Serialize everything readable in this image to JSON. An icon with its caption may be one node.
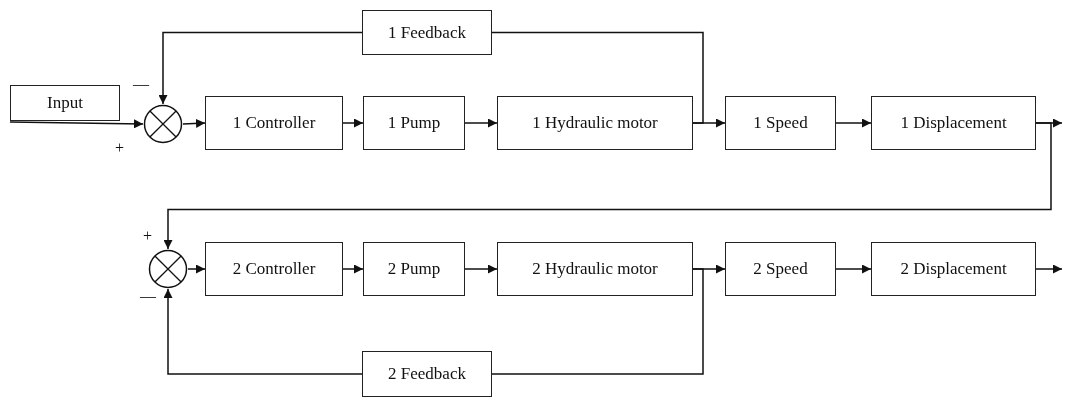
{
  "diagram": {
    "nodes": [
      {
        "text": [
          "Input"
        ]
      },
      {
        "text": [],
        "shape": "circle"
      },
      {
        "text": [
          "1 Controller"
        ]
      },
      {
        "text": [
          "1 Pump"
        ]
      },
      {
        "text": [
          "1 Hydraulic motor"
        ]
      },
      {
        "text": [
          "1 Speed"
        ]
      },
      {
        "text": [
          "1 Displacement"
        ]
      },
      {
        "text": [
          "1 Feedback"
        ]
      },
      {
        "text": [],
        "shape": "circle"
      },
      {
        "text": [
          "2 Controller"
        ]
      },
      {
        "text": [
          "2 Pump"
        ]
      },
      {
        "text": [
          "2 Hydraulic motor"
        ]
      },
      {
        "text": [
          "2 Speed"
        ]
      },
      {
        "text": [
          "2 Displacement"
        ]
      },
      {
        "text": [
          "2 Feedback"
        ]
      }
    ],
    "edges": [
      {
        "from": 0,
        "to": 1,
        "arrow": "to"
      },
      {
        "from": 1,
        "to": 2,
        "arrow": "to"
      },
      {
        "from": 2,
        "to": 3,
        "arrow": "to"
      },
      {
        "from": 3,
        "to": 4,
        "arrow": "to"
      },
      {
        "from": 4,
        "to": 5,
        "arrow": "to"
      },
      {
        "from": 5,
        "to": 6,
        "arrow": "to"
      },
      {
        "from": 4,
        "to": 7,
        "arrow": "none"
      },
      {
        "from": 7,
        "to": 1,
        "arrow": "to"
      },
      {
        "from": 6,
        "to": 8,
        "arrow": "to"
      },
      {
        "from": 6,
        "to": null,
        "arrow": "to"
      },
      {
        "from": 8,
        "to": 9,
        "arrow": "to"
      },
      {
        "from": 9,
        "to": 10,
        "arrow": "to"
      },
      {
        "from": 10,
        "to": 11,
        "arrow": "to"
      },
      {
        "from": 11,
        "to": 12,
        "arrow": "to"
      },
      {
        "from": 12,
        "to": 13,
        "arrow": "to"
      },
      {
        "from": 13,
        "to": null,
        "arrow": "to"
      },
      {
        "from": 11,
        "to": 14,
        "arrow": "none"
      },
      {
        "from": 14,
        "to": 8,
        "arrow": "to"
      }
    ],
    "labels": [
      "—",
      "+",
      "+",
      "—"
    ]
  }
}
